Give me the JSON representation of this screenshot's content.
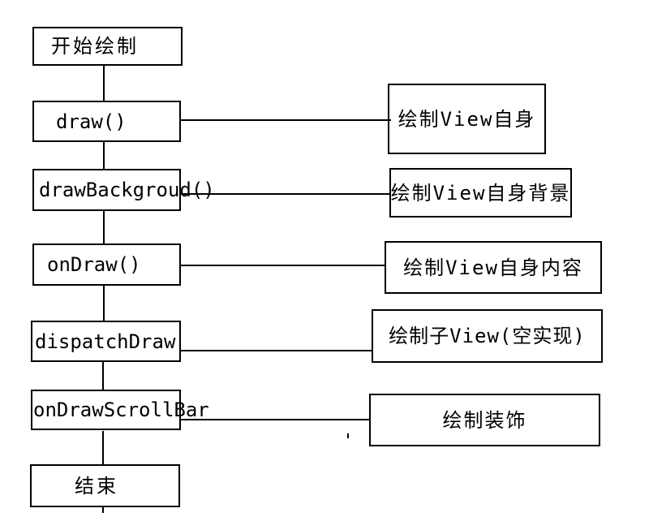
{
  "flowchart": {
    "title": "View drawing process flowchart",
    "steps": [
      {
        "id": "start",
        "label": "开始绘制"
      },
      {
        "id": "draw",
        "label": "draw()"
      },
      {
        "id": "draw-background",
        "label": "drawBackgroud()"
      },
      {
        "id": "on-draw",
        "label": "onDraw()"
      },
      {
        "id": "dispatch-draw",
        "label": "dispatchDraw"
      },
      {
        "id": "on-draw-scrollbar",
        "label": "onDrawScrollBar"
      },
      {
        "id": "end",
        "label": "结束"
      }
    ],
    "annotations": [
      {
        "id": "draw-view-self",
        "label": "绘制View自身"
      },
      {
        "id": "draw-view-background",
        "label": "绘制View自身背景"
      },
      {
        "id": "draw-view-content",
        "label": "绘制View自身内容"
      },
      {
        "id": "draw-child-views",
        "label": "绘制子View(空实现)"
      },
      {
        "id": "draw-decorations",
        "label": "绘制装饰"
      }
    ],
    "colors": {
      "line": "#000000",
      "text": "#000000",
      "background": "#ffffff"
    }
  }
}
